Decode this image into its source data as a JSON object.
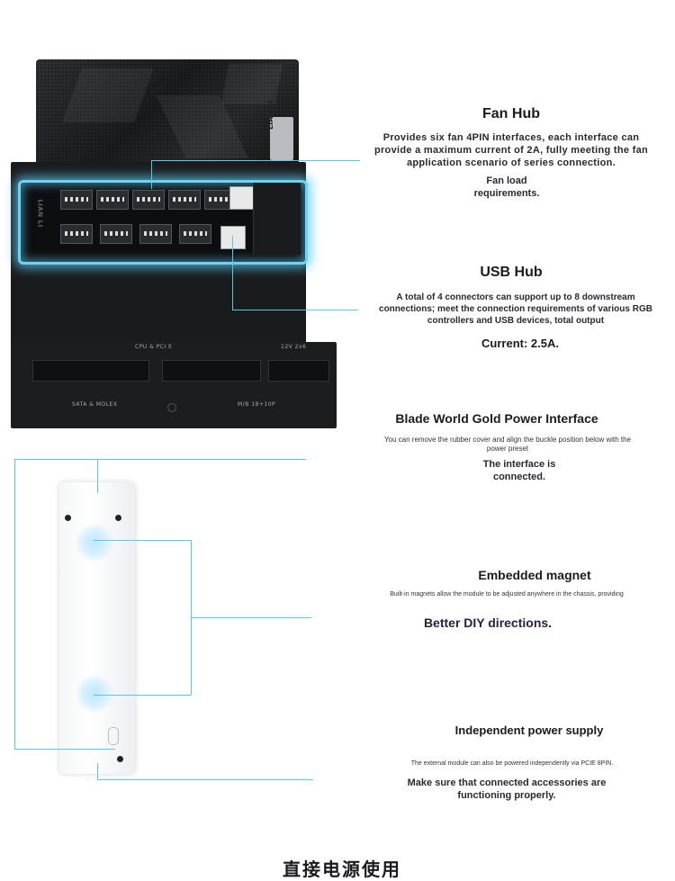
{
  "fan_hub": {
    "title": "Fan Hub",
    "description": "Provides six fan 4PIN interfaces, each interface can provide a maximum current of 2A, fully meeting the fan application scenario of series connection.",
    "note": "Fan load requirements."
  },
  "usb_hub": {
    "title": "USB Hub",
    "description": "A total of 4 connectors can support up to 8 downstream connections; meet the connection requirements of various RGB controllers and USB devices, total output",
    "note": "Current: 2.5A."
  },
  "blade_interface": {
    "title": "Blade World Gold Power Interface",
    "description": "You can remove the rubber cover and align the buckle position below with the power preset",
    "note": "The interface is connected."
  },
  "magnet": {
    "title": "Embedded magnet",
    "description": "Built-in magnets allow the module to be adjusted anywhere in the chassis, providing",
    "note": "Better DIY directions."
  },
  "power": {
    "title": "Independent power supply",
    "description": "The external module can also be powered independently via PCIE 8PIN.",
    "note": "Make sure that connected accessories are functioning properly."
  },
  "psu_labels": {
    "brand": "LIAN LI",
    "side_brand": "LIAN LI",
    "cpu_pcie": "CPU & PCI E",
    "v12": "12V 2x6",
    "sata_molex": "SATA & MOLEX",
    "mb": "M/B 18+10P"
  },
  "footer": {
    "partial_text": "直接电源使用"
  },
  "colors": {
    "callout_line": "#56c9e6",
    "glow": "#6cd3f0"
  }
}
